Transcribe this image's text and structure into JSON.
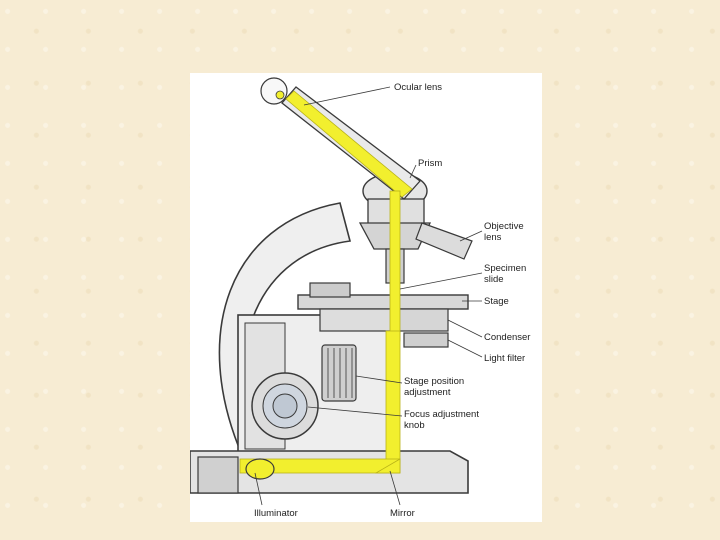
{
  "colors": {
    "page_background": "#f7ecd3",
    "light_path": "#f2ef2e",
    "line": "#3a3a3a"
  },
  "diagram": {
    "labels": {
      "ocular_lens": "Ocular lens",
      "prism": "Prism",
      "objective_lens": "Objective\nlens",
      "specimen_slide": "Specimen\nslide",
      "stage": "Stage",
      "condenser": "Condenser",
      "light_filter": "Light filter",
      "stage_position_adjustment": "Stage position\nadjustment",
      "focus_adjustment_knob": "Focus adjustment\nknob",
      "illuminator": "Illuminator",
      "mirror": "Mirror"
    }
  }
}
